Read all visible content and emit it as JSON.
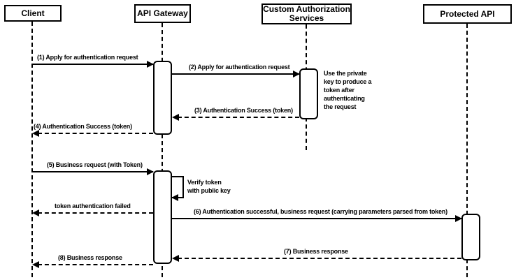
{
  "diagram_type": "sequence-diagram",
  "colors": {
    "line": "#000000",
    "fill": "#ffffff",
    "text": "#000000",
    "background": "#ffffff"
  },
  "participants": [
    {
      "label": "Client"
    },
    {
      "label": "API Gateway"
    },
    {
      "label": "Custom Authorization Services"
    },
    {
      "label": "Protected API"
    }
  ],
  "messages": [
    {
      "label": "(1) Apply for authentication request",
      "from": "Client",
      "to": "API Gateway",
      "style": "solid"
    },
    {
      "label": "(2) Apply for authentication request",
      "from": "API Gateway",
      "to": "Custom Authorization Services",
      "style": "solid"
    },
    {
      "label": "(3) Authentication Success (token)",
      "from": "Custom Authorization Services",
      "to": "API Gateway",
      "style": "dashed"
    },
    {
      "label": "(4) Authentication Success (token)",
      "from": "API Gateway",
      "to": "Client",
      "style": "dashed"
    },
    {
      "label": "(5) Business request (with Token)",
      "from": "Client",
      "to": "API Gateway",
      "style": "solid"
    },
    {
      "label": "Verify token\nwith public key",
      "from": "API Gateway",
      "to": "API Gateway",
      "style": "self-loop"
    },
    {
      "label": "token authentication failed",
      "from": "API Gateway",
      "to": "Client",
      "style": "dashed"
    },
    {
      "label": "(6) Authentication successful, business request (carrying parameters parsed from token)",
      "from": "API Gateway",
      "to": "Protected API",
      "style": "solid"
    },
    {
      "label": "(7) Business response",
      "from": "Protected API",
      "to": "API Gateway",
      "style": "dashed"
    },
    {
      "label": "(8) Business response",
      "from": "API Gateway",
      "to": "Client",
      "style": "dashed"
    }
  ],
  "notes": [
    {
      "text": "Use the private\nkey to produce a\ntoken after\nauthenticating\nthe request",
      "attached_to": "Custom Authorization Services"
    }
  ]
}
